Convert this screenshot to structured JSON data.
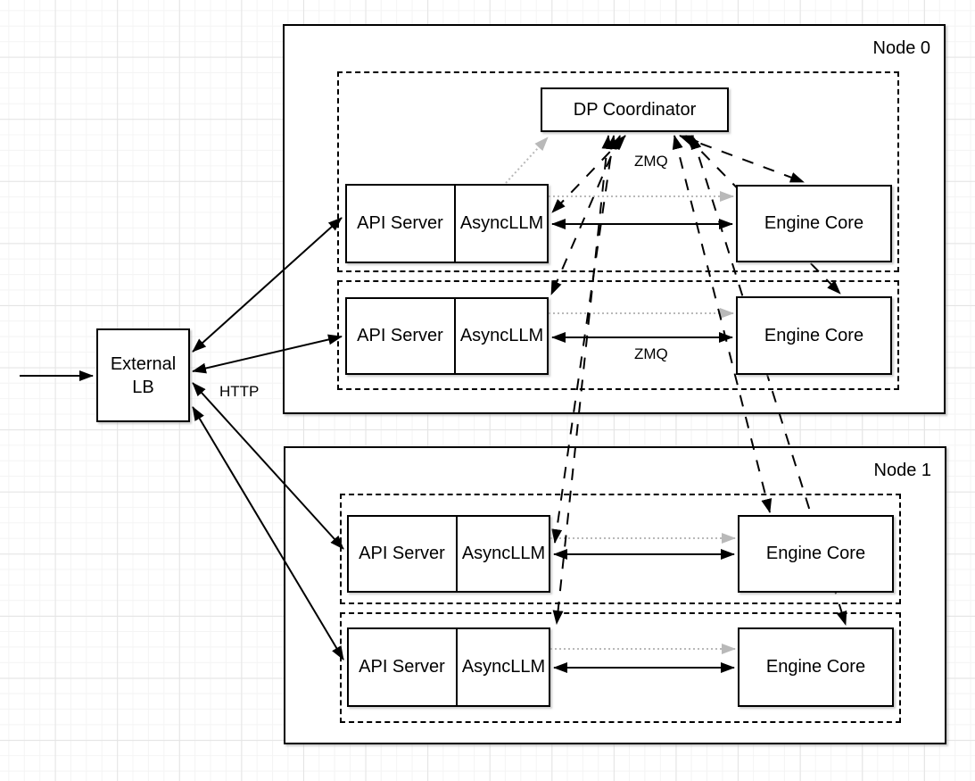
{
  "nodes": [
    {
      "label": "Node 0"
    },
    {
      "label": "Node 1"
    }
  ],
  "coordinator": {
    "label": "DP Coordinator"
  },
  "external_lb": {
    "line1": "External",
    "line2": "LB"
  },
  "rows": [
    {
      "api_server": "API Server",
      "asyncllm": "AsyncLLM",
      "engine_core": "Engine Core"
    },
    {
      "api_server": "API Server",
      "asyncllm": "AsyncLLM",
      "engine_core": "Engine Core"
    },
    {
      "api_server": "API Server",
      "asyncllm": "AsyncLLM",
      "engine_core": "Engine Core"
    },
    {
      "api_server": "API Server",
      "asyncllm": "AsyncLLM",
      "engine_core": "Engine Core"
    }
  ],
  "edge_labels": {
    "http": "HTTP",
    "zmq_coordinator": "ZMQ",
    "zmq_engine": "ZMQ"
  },
  "colors": {
    "stroke": "#000000",
    "gray_link": "#b9b9b9",
    "box_fill": "#ffffff"
  },
  "edges": [
    {
      "from": "client",
      "to": "external-lb",
      "style": "solid",
      "direction": "one-way"
    },
    {
      "from": "external-lb",
      "to": "api-server-0",
      "style": "solid",
      "direction": "bidirectional",
      "protocol": "HTTP"
    },
    {
      "from": "external-lb",
      "to": "api-server-1",
      "style": "solid",
      "direction": "bidirectional",
      "protocol": "HTTP"
    },
    {
      "from": "external-lb",
      "to": "api-server-2",
      "style": "solid",
      "direction": "bidirectional",
      "protocol": "HTTP"
    },
    {
      "from": "external-lb",
      "to": "api-server-3",
      "style": "solid",
      "direction": "bidirectional",
      "protocol": "HTTP"
    },
    {
      "from": "asyncllm-0",
      "to": "engine-core-0",
      "style": "solid",
      "direction": "bidirectional",
      "protocol": "ZMQ"
    },
    {
      "from": "asyncllm-1",
      "to": "engine-core-1",
      "style": "solid",
      "direction": "bidirectional",
      "protocol": "ZMQ"
    },
    {
      "from": "asyncllm-2",
      "to": "engine-core-2",
      "style": "solid",
      "direction": "bidirectional",
      "protocol": "ZMQ"
    },
    {
      "from": "asyncllm-3",
      "to": "engine-core-3",
      "style": "solid",
      "direction": "bidirectional",
      "protocol": "ZMQ"
    },
    {
      "from": "dp-coordinator",
      "to": "asyncllm-0",
      "style": "dashed",
      "direction": "bidirectional",
      "protocol": "ZMQ"
    },
    {
      "from": "dp-coordinator",
      "to": "asyncllm-1",
      "style": "dashed",
      "direction": "bidirectional",
      "protocol": "ZMQ"
    },
    {
      "from": "dp-coordinator",
      "to": "asyncllm-2",
      "style": "dashed",
      "direction": "bidirectional",
      "protocol": "ZMQ"
    },
    {
      "from": "dp-coordinator",
      "to": "asyncllm-3",
      "style": "dashed",
      "direction": "bidirectional",
      "protocol": "ZMQ"
    },
    {
      "from": "dp-coordinator",
      "to": "engine-core-0",
      "style": "dashed",
      "direction": "bidirectional",
      "protocol": "ZMQ"
    },
    {
      "from": "dp-coordinator",
      "to": "engine-core-1",
      "style": "dashed",
      "direction": "bidirectional",
      "protocol": "ZMQ"
    },
    {
      "from": "dp-coordinator",
      "to": "engine-core-2",
      "style": "dashed",
      "direction": "bidirectional",
      "protocol": "ZMQ"
    },
    {
      "from": "dp-coordinator",
      "to": "engine-core-3",
      "style": "dashed",
      "direction": "bidirectional",
      "protocol": "ZMQ"
    },
    {
      "from": "asyncllm-0",
      "to": "dp-coordinator",
      "style": "dotted-gray",
      "direction": "one-way"
    },
    {
      "from": "asyncllm-0",
      "to": "engine-core-0",
      "style": "dotted-gray",
      "direction": "one-way"
    },
    {
      "from": "asyncllm-1",
      "to": "engine-core-1",
      "style": "dotted-gray",
      "direction": "one-way"
    },
    {
      "from": "asyncllm-2",
      "to": "engine-core-2",
      "style": "dotted-gray",
      "direction": "one-way"
    },
    {
      "from": "asyncllm-3",
      "to": "engine-core-3",
      "style": "dotted-gray",
      "direction": "one-way"
    }
  ]
}
